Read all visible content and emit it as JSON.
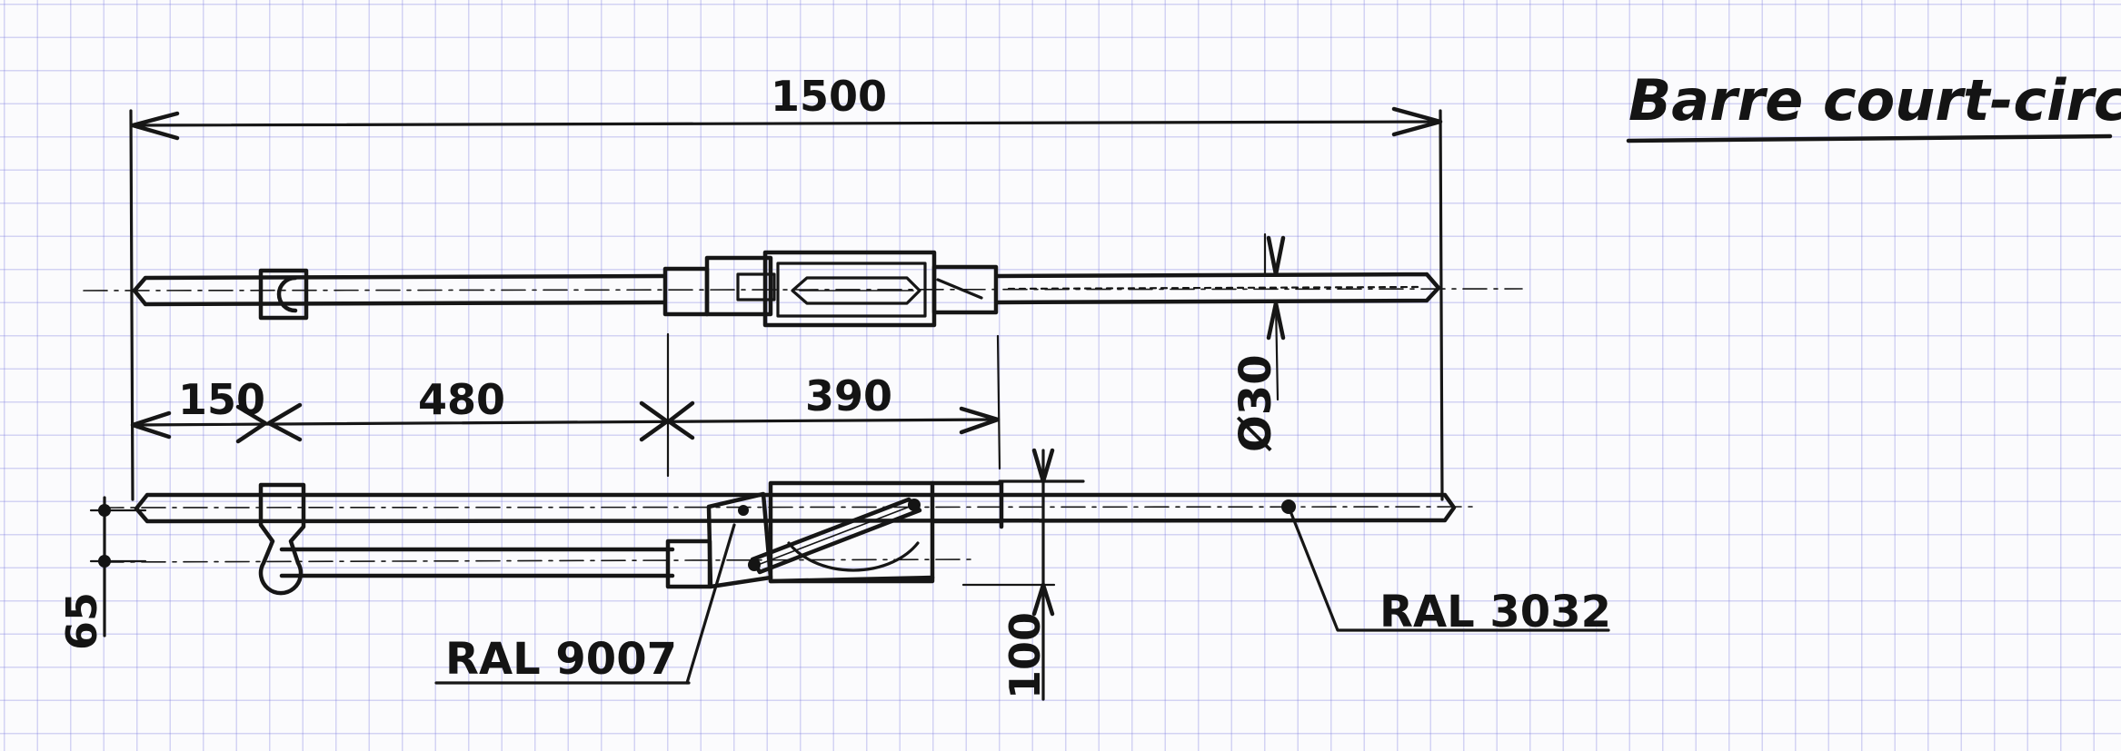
{
  "title": "Barre court-circuit",
  "dimensions": {
    "overall_length": "1500",
    "segment_1": "150",
    "segment_2": "480",
    "segment_3": "390",
    "diameter": "Ø30",
    "vertical_offset": "65",
    "height": "100"
  },
  "labels": {
    "left_color": "RAL 9007",
    "right_color": "RAL 3032"
  },
  "colors": {
    "ink": "#161616",
    "grid": "#8a8ad8"
  }
}
